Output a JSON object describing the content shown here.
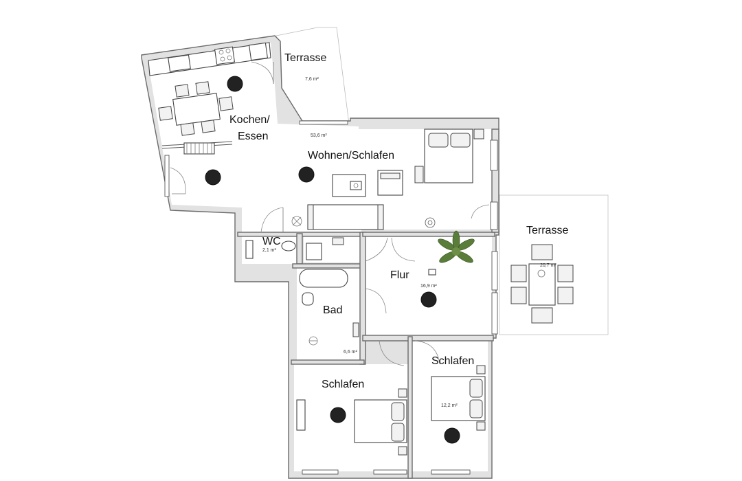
{
  "rooms": {
    "terrasse_top": {
      "label": "Terrasse",
      "area": "7,6 m²"
    },
    "kochen": {
      "label_line1": "Kochen/",
      "label_line2": "Essen"
    },
    "wohnen": {
      "label": "Wohnen/Schlafen",
      "area": "53,6 m²"
    },
    "wc": {
      "label": "WC",
      "area": "2,1 m²"
    },
    "flur": {
      "label": "Flur",
      "area": "16,9 m²"
    },
    "bad": {
      "label": "Bad",
      "area": "6,6 m²"
    },
    "terrasse_right": {
      "label": "Terrasse",
      "area": "20,7 m²"
    },
    "schlafen_left": {
      "label": "Schlafen"
    },
    "schlafen_right": {
      "label": "Schlafen",
      "area": "12,2 m²"
    }
  }
}
